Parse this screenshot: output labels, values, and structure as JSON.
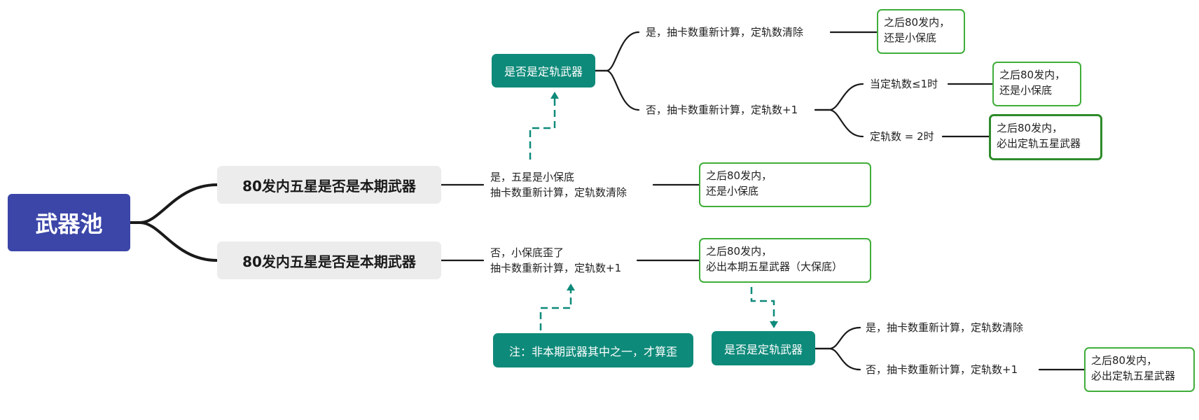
{
  "root": {
    "label": "武器池"
  },
  "branches": [
    {
      "label": "80发内五星是否是本期武器"
    },
    {
      "label": "80发内五星是否是本期武器"
    }
  ],
  "yes_branch": {
    "text_line1": "是，五星是小保底",
    "text_line2": "抽卡数重新计算，定轨数清除",
    "result_line1": "之后80发内，",
    "result_line2": "还是小保底",
    "check_node": "是否是定轨武器",
    "check_yes": "是，抽卡数重新计算，定轨数清除",
    "check_yes_result_line1": "之后80发内，",
    "check_yes_result_line2": "还是小保底",
    "check_no": "否，抽卡数重新计算，定轨数+1",
    "sub_le1": "当定轨数≤1时",
    "sub_le1_result_line1": "之后80发内，",
    "sub_le1_result_line2": "还是小保底",
    "sub_eq2": "定轨数 = 2时",
    "sub_eq2_result_line1": "之后80发内，",
    "sub_eq2_result_line2": "必出定轨五星武器"
  },
  "no_branch": {
    "text_line1": "否，小保底歪了",
    "text_line2": "抽卡数重新计算，定轨数+1",
    "result_line1": "之后80发内，",
    "result_line2": "必出本期五星武器（大保底）",
    "note": "注：非本期武器其中之一，才算歪",
    "check_node": "是否是定轨武器",
    "check_yes": "是，抽卡数重新计算，定轨数清除",
    "check_no": "否，抽卡数重新计算，定轨数+1",
    "check_no_result_line1": "之后80发内，",
    "check_no_result_line2": "必出定轨五星武器"
  },
  "colors": {
    "root": "#3b46a8",
    "teal": "#0e8a7a",
    "result_border": "#3fae3a",
    "connector": "#1a1a1a",
    "branch_bg": "#ececec"
  }
}
